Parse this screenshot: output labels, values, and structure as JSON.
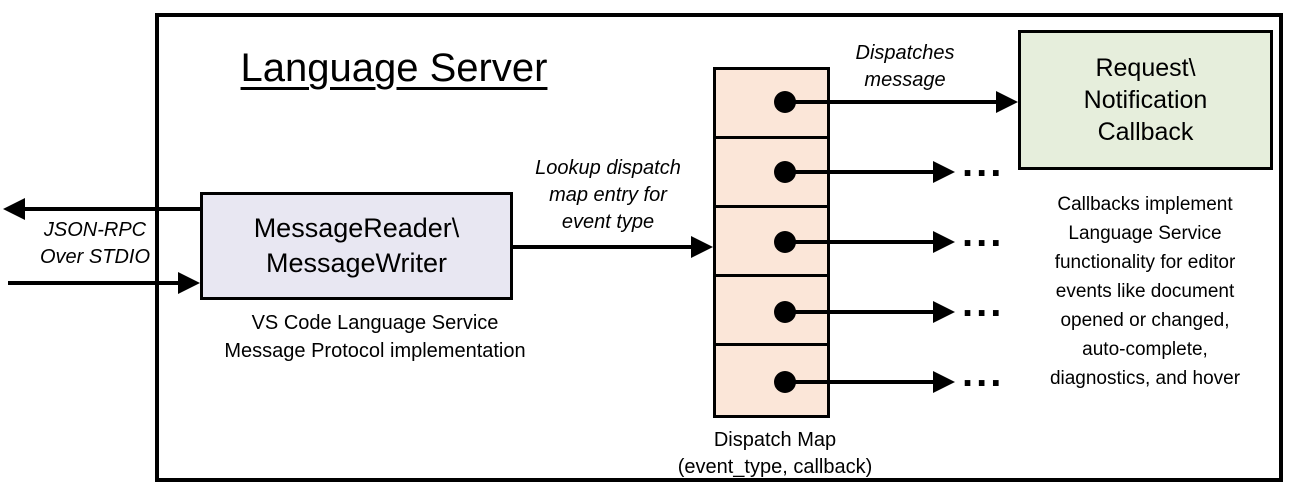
{
  "title": "Language Server",
  "colors": {
    "reader_fill": "#E8E7F2",
    "dispatch_fill": "#FBE6D8",
    "callback_fill": "#E6EEDC",
    "line": "#000000",
    "background": "#FFFFFF"
  },
  "stdio": {
    "lines": [
      "JSON-RPC",
      "Over STDIO"
    ]
  },
  "reader": {
    "lines": [
      "MessageReader\\",
      "MessageWriter"
    ],
    "caption": [
      "VS Code Language Service",
      "Message Protocol implementation"
    ]
  },
  "lookup_label": {
    "lines": [
      "Lookup dispatch",
      "map entry for",
      "event type"
    ]
  },
  "dispatches_label": {
    "lines": [
      "Dispatches",
      "message"
    ]
  },
  "dispatch_map": {
    "caption": [
      "Dispatch Map",
      "(event_type, callback)"
    ],
    "ellipsis": "..."
  },
  "callback": {
    "lines": [
      "Request\\",
      "Notification",
      "Callback"
    ]
  },
  "right_note": {
    "lines": [
      "Callbacks implement",
      "Language Service",
      "functionality for editor",
      "events like document",
      "opened or changed,",
      "auto-complete,",
      "diagnostics, and hover"
    ]
  }
}
